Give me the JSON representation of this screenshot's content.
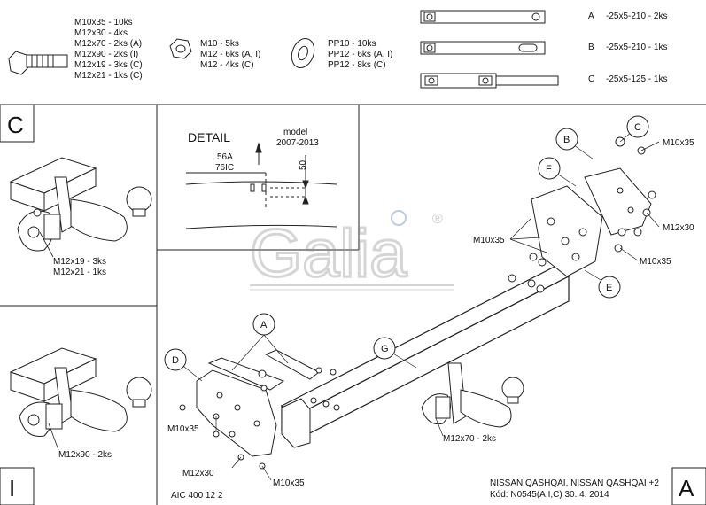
{
  "hardware": {
    "bolt_lines": [
      "M10x35 - 10ks",
      "M12x30 - 4ks",
      "M12x70 - 2ks (A)",
      "M12x90 - 2ks (I)",
      "M12x19 - 3ks (C)",
      "M12x21 - 1ks (C)"
    ],
    "nut_lines": [
      "M10 - 5ks",
      "M12 - 6ks (A, I)",
      "M12 - 4ks (C)"
    ],
    "washer_lines": [
      "PP10 - 10ks",
      "PP12 - 6ks (A, I)",
      "PP12 - 8ks (C)"
    ]
  },
  "plates": [
    {
      "letter": "A",
      "spec": "-25x5-210 -  2ks"
    },
    {
      "letter": "B",
      "spec": "-25x5-210 -  1ks"
    },
    {
      "letter": "C",
      "spec": "-25x5-125 -  1ks"
    }
  ],
  "variant_c": {
    "letter": "C",
    "bolts": [
      "M12x19 - 3ks",
      "M12x21 - 1ks"
    ]
  },
  "variant_i": {
    "letter": "I",
    "bolt": "M12x90 - 2ks"
  },
  "detail": {
    "title": "DETAIL",
    "model_label": "model",
    "model_years": "2007-2013",
    "dim_a": "56A",
    "dim_b": "76IC",
    "dim_c": "50"
  },
  "logo": {
    "text": "Galia",
    "mark": "®"
  },
  "main": {
    "callouts": [
      "A",
      "B",
      "C",
      "D",
      "E",
      "F",
      "G"
    ],
    "bolt_labels": {
      "m10x35_top": "M10x35",
      "m12x30_right": "M12x30",
      "m10x35_mid": "M10x35",
      "m10x35_left": "M10x35",
      "m10x35_d": "M10x35",
      "m12x30_d": "M12x30",
      "m10x35_bottom": "M10x35",
      "m12x70": "M12x70 - 2ks"
    }
  },
  "footer": {
    "code": "AIC 400 12 2",
    "vehicle": "NISSAN QASHQAI, NISSAN QASHQAI +2",
    "kod": "Kód: N0545(A,I,C)  30. 4. 2014",
    "variant_letter": "A"
  }
}
